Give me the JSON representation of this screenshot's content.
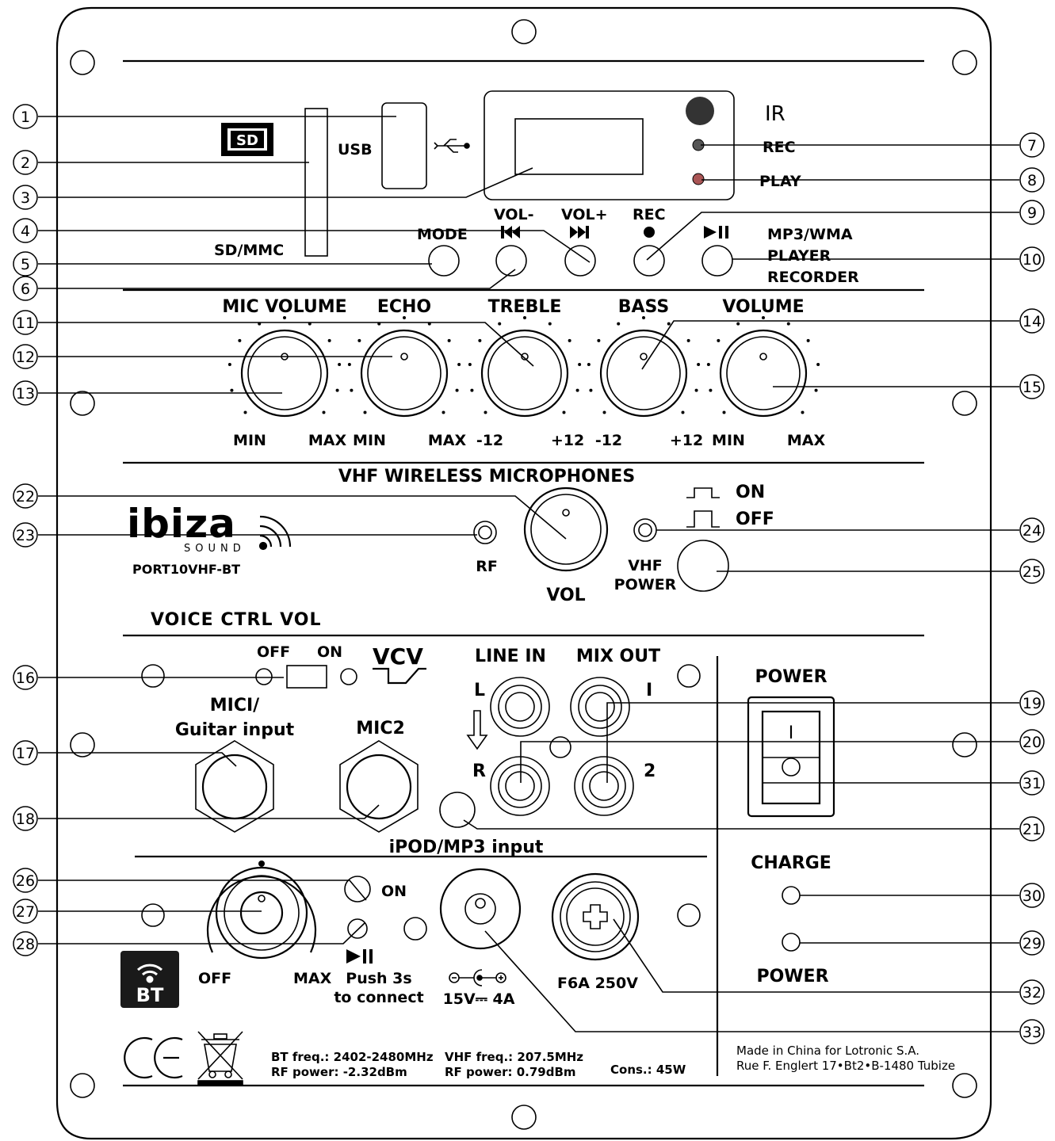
{
  "brand": {
    "logo_text": "ibiza",
    "logo_sub": "SOUND",
    "model": "PORT10VHF-BT"
  },
  "top_section": {
    "usb": "USB",
    "sd_mmc": "SD/MMC",
    "sd_icon": "SD",
    "ir": "IR",
    "rec_led": "REC",
    "play_led": "PLAY",
    "mode": "MODE",
    "vol_minus": "VOL-",
    "vol_plus": "VOL+",
    "rec_btn": "REC",
    "player_line1": "MP3/WMA",
    "player_line2": "PLAYER",
    "player_line3": "RECORDER"
  },
  "knobs": [
    {
      "label": "MIC VOLUME",
      "min": "MIN",
      "max": "MAX"
    },
    {
      "label": "ECHO",
      "min": "MIN",
      "max": "MAX"
    },
    {
      "label": "TREBLE",
      "min": "-12",
      "max": "+12"
    },
    {
      "label": "BASS",
      "min": "-12",
      "max": "+12"
    },
    {
      "label": "VOLUME",
      "min": "MIN",
      "max": "MAX"
    }
  ],
  "vhf": {
    "title": "VHF WIRELESS MICROPHONES",
    "on": "ON",
    "off": "OFF",
    "rf": "RF",
    "vol": "VOL",
    "power_line1": "VHF",
    "power_line2": "POWER"
  },
  "voice": {
    "title": "VOICE CTRL VOL",
    "off": "OFF",
    "on": "ON",
    "vcv": "VCV"
  },
  "inputs": {
    "mic1_line1": "MICI/",
    "mic1_line2": "Guitar input",
    "mic2": "MIC2",
    "line_in": "LINE IN",
    "mix_out": "MIX OUT",
    "l": "L",
    "r": "R",
    "ch1": "I",
    "ch2": "2",
    "ipod": "iPOD/MP3 input"
  },
  "power": {
    "title": "POWER",
    "charge": "CHARGE",
    "power_led": "POWER",
    "switch_on": "I",
    "switch_off": "O"
  },
  "bt": {
    "on": "ON",
    "off": "OFF",
    "max": "MAX",
    "push_line1": "Push 3s",
    "push_line2": "to connect",
    "badge": "BT"
  },
  "dc": {
    "rating": "15V⎓ 4A"
  },
  "fuse": {
    "rating": "F6A 250V"
  },
  "footer": {
    "ce": "CE",
    "bt_freq": "BT freq.: 2402-2480MHz",
    "bt_rf": "RF power: -2.32dBm",
    "vhf_freq": "VHF freq.: 207.5MHz",
    "vhf_rf": "RF power: 0.79dBm",
    "cons": "Cons.: 45W",
    "made_in": "Made in China for Lotronic S.A.",
    "address": "Rue F. Englert 17•Bt2•B-1480 Tubize"
  },
  "callouts": {
    "left": [
      "1",
      "2",
      "3",
      "4",
      "5",
      "6",
      "11",
      "12",
      "13",
      "22",
      "23",
      "16",
      "17",
      "18",
      "26",
      "27",
      "28"
    ],
    "right": [
      "7",
      "8",
      "9",
      "10",
      "14",
      "15",
      "24",
      "25",
      "19",
      "20",
      "31",
      "21",
      "30",
      "29",
      "32",
      "33"
    ]
  }
}
